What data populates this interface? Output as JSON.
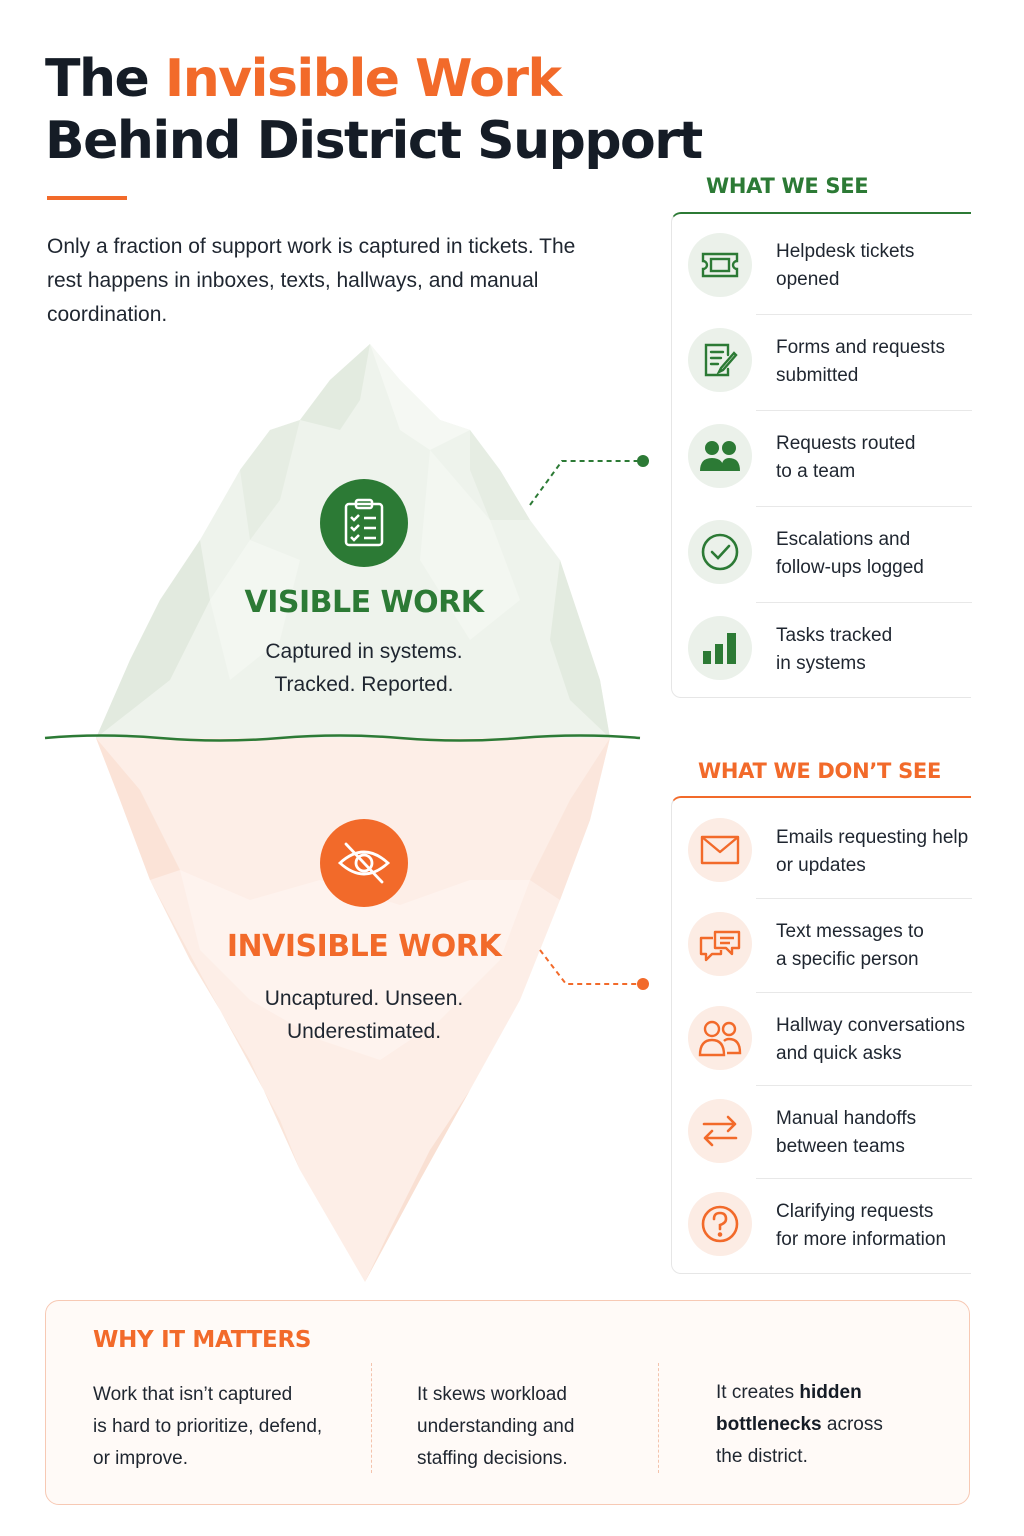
{
  "header": {
    "title_word1": "The",
    "title_accent": "Invisible Work",
    "title_line2": "Behind District Support",
    "intro": "Only a fraction of support work is captured in tickets. The rest happens in inboxes, texts, hallways, and manual coordination."
  },
  "iceberg": {
    "visible": {
      "title": "VISIBLE WORK",
      "line1": "Captured in systems.",
      "line2": "Tracked. Reported.",
      "icon": "clipboard-checklist-icon"
    },
    "invisible": {
      "title": "INVISIBLE WORK",
      "line1": "Uncaptured. Unseen.",
      "line2": "Underestimated.",
      "icon": "eye-slash-icon"
    }
  },
  "what_we_see": {
    "heading": "WHAT WE SEE",
    "items": [
      {
        "line1": "Helpdesk tickets",
        "line2": "opened",
        "icon": "ticket-icon"
      },
      {
        "line1": "Forms and requests",
        "line2": "submitted",
        "icon": "form-pen-icon"
      },
      {
        "line1": "Requests routed",
        "line2": "to a team",
        "icon": "team-icon"
      },
      {
        "line1": "Escalations and",
        "line2": "follow-ups logged",
        "icon": "check-circle-icon"
      },
      {
        "line1": "Tasks tracked",
        "line2": "in systems",
        "icon": "bar-chart-icon"
      }
    ]
  },
  "what_we_dont_see": {
    "heading": "WHAT WE DON’T SEE",
    "items": [
      {
        "line1": "Emails requesting help",
        "line2": "or updates",
        "icon": "envelope-icon"
      },
      {
        "line1": "Text messages to",
        "line2": "a specific person",
        "icon": "chat-bubbles-icon"
      },
      {
        "line1": "Hallway conversations",
        "line2": "and quick asks",
        "icon": "people-outline-icon"
      },
      {
        "line1": "Manual handoffs",
        "line2": "between teams",
        "icon": "swap-arrows-icon"
      },
      {
        "line1": "Clarifying requests",
        "line2": "for more information",
        "icon": "question-circle-icon"
      }
    ]
  },
  "why_it_matters": {
    "heading": "WHY IT MATTERS",
    "col1": {
      "l1": "Work that isn’t captured",
      "l2": "is hard to prioritize, defend,",
      "l3": "or improve."
    },
    "col2": {
      "l1": "It skews workload",
      "l2": "understanding and",
      "l3": "staffing decisions."
    },
    "col3": {
      "pre": "It creates ",
      "bold1": "hidden",
      "bold2": "bottlenecks",
      "post2": " across",
      "l3": "the district."
    }
  },
  "colors": {
    "green": "#2c7a35",
    "orange": "#f26a2a",
    "ink": "#151c26"
  }
}
